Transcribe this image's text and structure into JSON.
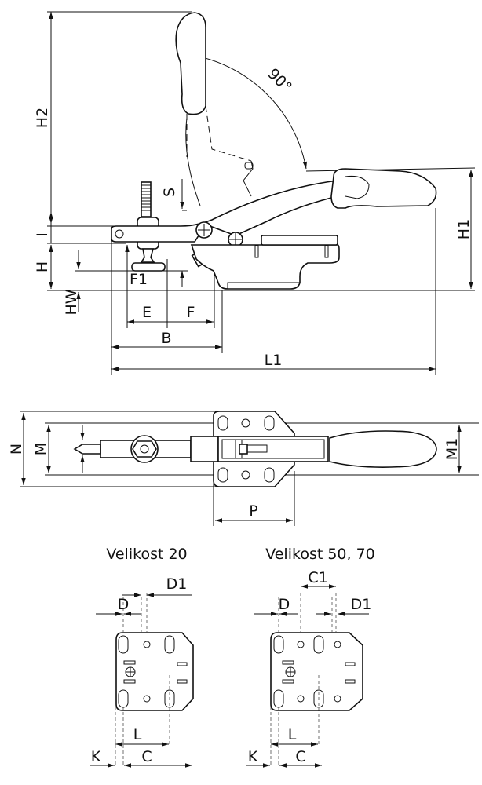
{
  "side_view": {
    "labels": {
      "H2": "H2",
      "angle": "90°",
      "S": "S",
      "I": "I",
      "H": "H",
      "F1": "F1",
      "HW": "HW",
      "E": "E",
      "F": "F",
      "B": "B",
      "L1": "L1",
      "H1": "H1"
    }
  },
  "top_view": {
    "labels": {
      "N": "N",
      "M": "M",
      "M1": "M1",
      "P": "P"
    }
  },
  "base_plates": [
    {
      "title": "Velikost 20",
      "labels": {
        "D1": "D1",
        "D": "D",
        "L": "L",
        "K": "K",
        "C": "C"
      }
    },
    {
      "title": "Velikost 50, 70",
      "labels": {
        "C1": "C1",
        "D": "D",
        "D1": "D1",
        "L": "L",
        "K": "K",
        "C": "C"
      }
    }
  ]
}
